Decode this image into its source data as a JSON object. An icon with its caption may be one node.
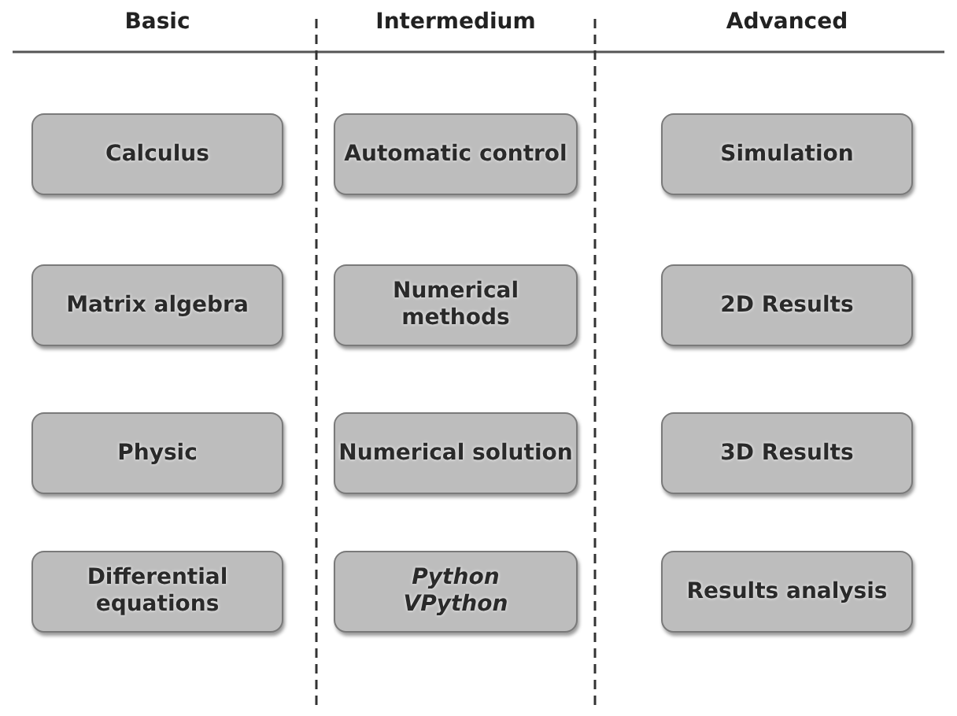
{
  "diagram": {
    "nodes": [
      {
        "text": [
          "Calculus"
        ]
      },
      {
        "text": [
          "Automatic control"
        ]
      },
      {
        "text": [
          "Simulation"
        ]
      },
      {
        "text": [
          "Matrix algebra"
        ]
      },
      {
        "text": [
          "Numerical methods"
        ]
      },
      {
        "text": [
          "2D Results"
        ]
      },
      {
        "text": [
          "Physic"
        ]
      },
      {
        "text": [
          "Numerical solution"
        ]
      },
      {
        "text": [
          "3D Results"
        ]
      },
      {
        "text": [
          "Differential equations"
        ]
      },
      {
        "text": [
          "Python VPython"
        ]
      },
      {
        "text": [
          "Results analysis"
        ]
      }
    ],
    "labels": [
      "Basic",
      "Intermedium",
      "Advanced"
    ]
  }
}
